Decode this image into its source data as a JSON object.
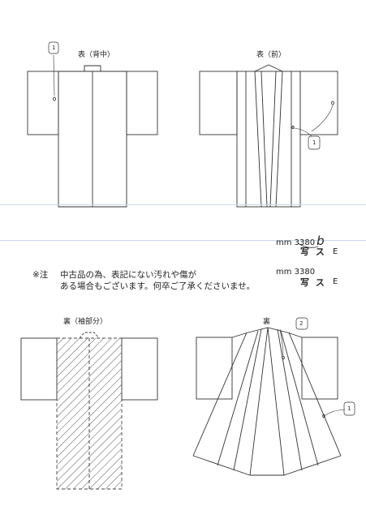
{
  "labels": {
    "front_back": "表（背中）",
    "front_front": "表（前）",
    "lining_sleeve": "裏（袖部分）",
    "lining": "裏"
  },
  "notice": {
    "prefix": "※注",
    "line1": "中古品の為、表記にない汚れや傷が",
    "line2": "ある場合もございます。何卒ご了承くださいませ。"
  },
  "codes": {
    "code1": "mm 3380",
    "code1_suffix": "b",
    "photo1": "写 ス",
    "grade1": "E",
    "code2": "mm 3380",
    "photo2": "写 ス",
    "grade2": "E"
  },
  "marks": {
    "mark_back": "1",
    "mark_front": "1",
    "mark_lining_top": "2",
    "mark_lining_right": "1"
  },
  "colors": {
    "line": "#333333",
    "guide": "#c9d7ea",
    "hatch": "#555555"
  }
}
